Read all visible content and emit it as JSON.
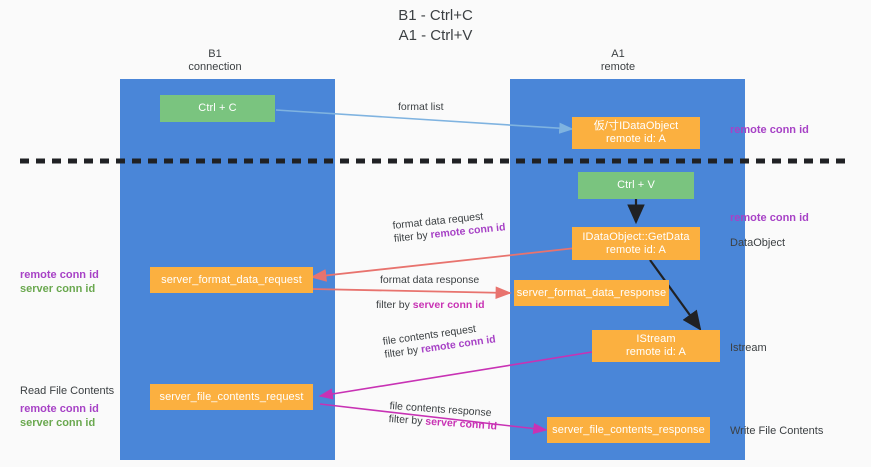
{
  "title": {
    "line1": "B1 - Ctrl+C",
    "line2": "A1 - Ctrl+V"
  },
  "columns": [
    {
      "name": "B1",
      "role": "connection"
    },
    {
      "name": "A1",
      "role": "remote"
    }
  ],
  "nodes": {
    "ctrl_c": {
      "label": "Ctrl + C"
    },
    "ctrl_v": {
      "label": "Ctrl + V"
    },
    "idataobject_top": {
      "line1": "仮/寸IDataObject",
      "line2": "remote id: A"
    },
    "getdata": {
      "line1": "IDataObject::GetData",
      "line2": "remote id: A"
    },
    "istream": {
      "line1": "IStream",
      "line2": "remote id: A"
    },
    "server_format_data_request": {
      "label": "server_format_data_request"
    },
    "server_format_data_response": {
      "label": "server_format_data_response"
    },
    "server_file_contents_request": {
      "label": "server_file_contents_request"
    },
    "server_file_contents_response": {
      "label": "server_file_contents_response"
    }
  },
  "edge_labels": {
    "format_list": "format list",
    "format_data_request": "format data request",
    "format_data_request_filter_prefix": "filter by ",
    "format_data_request_filter_value": "remote conn id",
    "format_data_response": "format data response",
    "format_data_response_filter_prefix": "filter by ",
    "format_data_response_filter_value": "server conn id",
    "file_contents_request": "file contents request",
    "file_contents_request_filter_prefix": "filter by ",
    "file_contents_request_filter_value": "remote conn id",
    "file_contents_response": "file contents response",
    "file_contents_response_filter_prefix": "filter by ",
    "file_contents_response_filter_value": "server conn id"
  },
  "side_labels": {
    "right_remote_conn_id_top": "remote conn id",
    "right_remote_conn_id_mid": "remote conn id",
    "right_dataobject": "DataObject",
    "right_istream": "Istream",
    "right_write_file_contents": "Write File Contents",
    "left_remote_conn_id": "remote conn id",
    "left_server_conn_id": "server conn id",
    "left_read_file_contents": "Read File Contents",
    "left_remote_conn_id_2": "remote conn id",
    "left_server_conn_id_2": "server conn id"
  },
  "colors": {
    "lane": "#4a86d8",
    "green_node": "#7ac47f",
    "orange_node": "#fbb040",
    "purple": "#a742c6",
    "green_text": "#6aa84f",
    "magenta": "#c832b4",
    "red_arrow": "#e8736e",
    "blue_arrow": "#7fb3e0",
    "black_arrow": "#202124",
    "background": "#fafafa"
  }
}
